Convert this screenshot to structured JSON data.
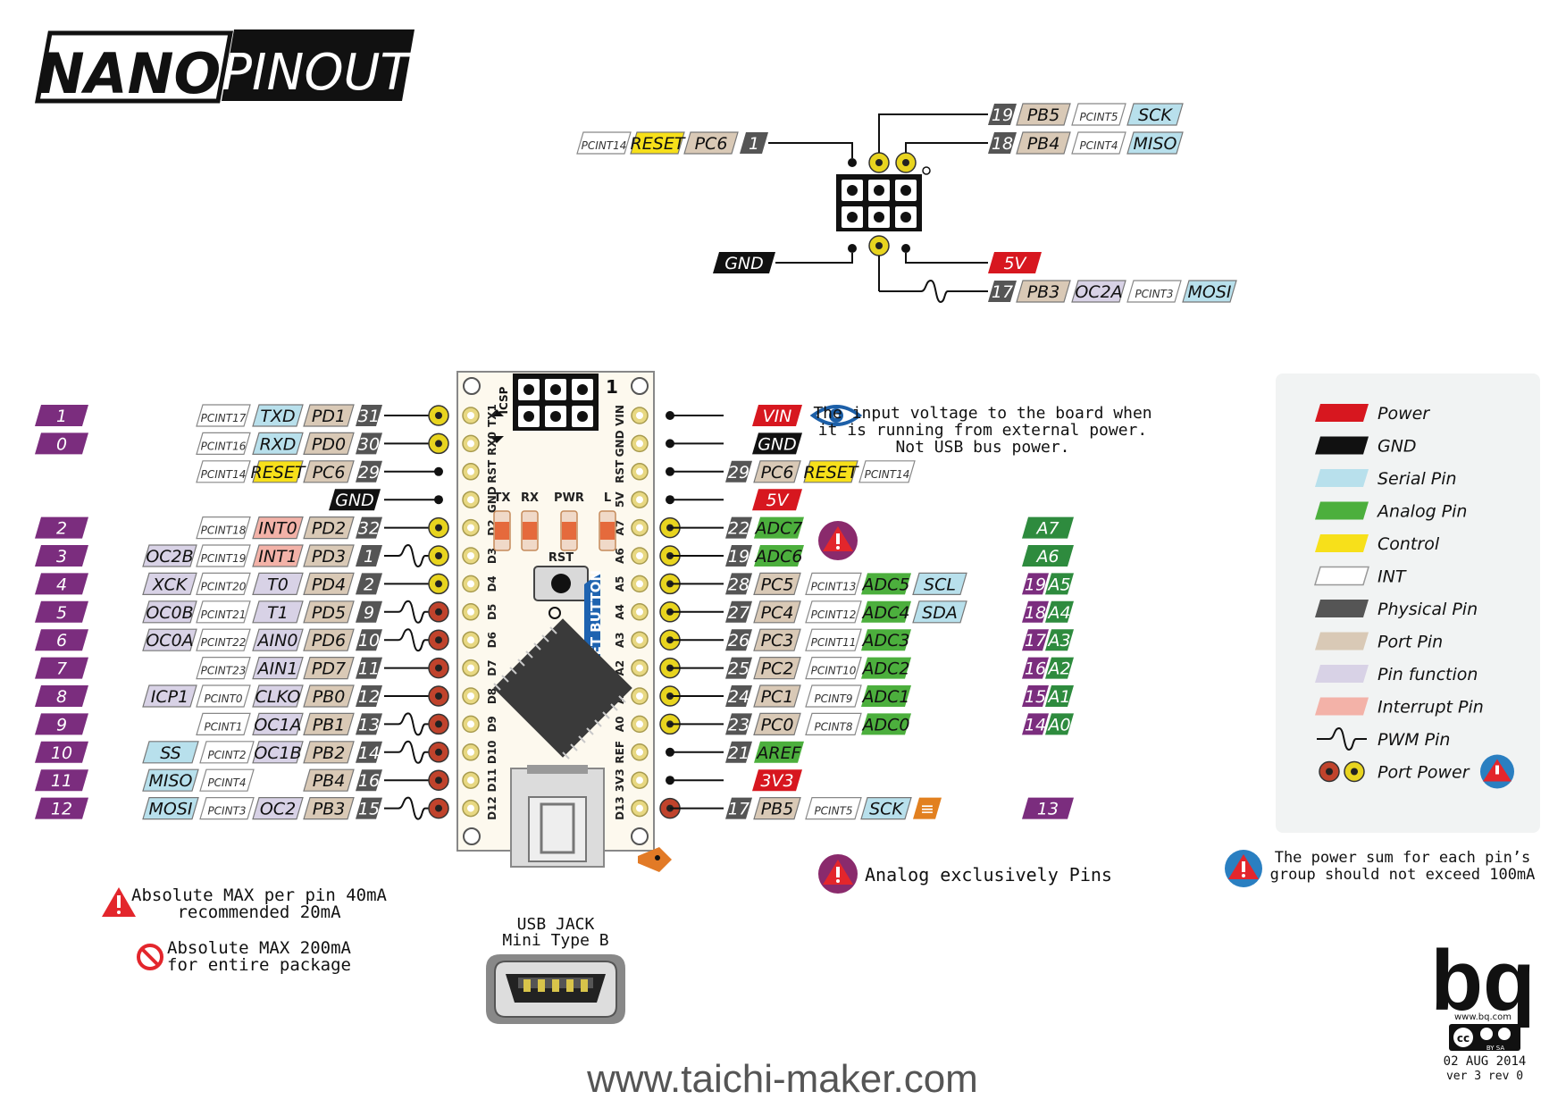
{
  "logo": {
    "left": "NANO",
    "right": "PINOUT"
  },
  "colors": {
    "power": "#d7171f",
    "gnd": "#111111",
    "serial": "#b8e0ec",
    "analog": "#4caf3d",
    "control": "#f7e01a",
    "int": "#ffffff",
    "physical": "#555555",
    "port": "#d9c9b6",
    "function": "#d8d2e6",
    "interrupt": "#f3b2a8",
    "arduino": "#7b2d7e"
  },
  "legend": {
    "power": "Power",
    "gnd": "GND",
    "serial": "Serial Pin",
    "analog": "Analog Pin",
    "control": "Control",
    "int": "INT",
    "physical": "Physical Pin",
    "port": "Port Pin",
    "function": "Pin function",
    "interrupt": "Interrupt Pin",
    "pwm": "PWM Pin",
    "port_power": "Port Power"
  },
  "icsp": {
    "label": "ICSP",
    "pin_one": "1",
    "pins": [
      {
        "phys": "19",
        "port": "PB5",
        "int": "PCINT5",
        "fn": "SCK"
      },
      {
        "phys": "18",
        "port": "PB4",
        "int": "PCINT4",
        "fn": "MISO"
      },
      {
        "phys": "1",
        "port": "PC6",
        "ctrl": "RESET",
        "int": "PCINT14"
      },
      {
        "gnd": "GND"
      },
      {
        "power": "5V"
      },
      {
        "phys": "17",
        "port": "PB3",
        "func": "OC2A",
        "int": "PCINT3",
        "fn": "MOSI"
      }
    ]
  },
  "left_pins": [
    {
      "ard": "1",
      "int": "PCINT17",
      "serial": "TXD",
      "port": "PD1",
      "phys": "31",
      "dot": "y"
    },
    {
      "ard": "0",
      "int": "PCINT16",
      "serial": "RXD",
      "port": "PD0",
      "phys": "30",
      "dot": "y"
    },
    {
      "int": "PCINT14",
      "ctrl": "RESET",
      "port": "PC6",
      "phys": "29",
      "dot": "b"
    },
    {
      "gnd": "GND",
      "dot": "b"
    },
    {
      "ard": "2",
      "int": "PCINT18",
      "intp": "INT0",
      "port": "PD2",
      "phys": "32",
      "dot": "y"
    },
    {
      "ard": "3",
      "func": "OC2B",
      "int": "PCINT19",
      "intp": "INT1",
      "port": "PD3",
      "phys": "1",
      "dot": "y",
      "pwm": true
    },
    {
      "ard": "4",
      "func": "XCK",
      "int": "PCINT20",
      "func2": "T0",
      "port": "PD4",
      "phys": "2",
      "dot": "y"
    },
    {
      "ard": "5",
      "func": "OC0B",
      "int": "PCINT21",
      "func2": "T1",
      "port": "PD5",
      "phys": "9",
      "dot": "r",
      "pwm": true
    },
    {
      "ard": "6",
      "func": "OC0A",
      "int": "PCINT22",
      "func2": "AIN0",
      "port": "PD6",
      "phys": "10",
      "dot": "r",
      "pwm": true
    },
    {
      "ard": "7",
      "int": "PCINT23",
      "func2": "AIN1",
      "port": "PD7",
      "phys": "11",
      "dot": "r"
    },
    {
      "ard": "8",
      "func": "ICP1",
      "int": "PCINT0",
      "func2": "CLKO",
      "port": "PB0",
      "phys": "12",
      "dot": "r"
    },
    {
      "ard": "9",
      "int": "PCINT1",
      "func2": "OC1A",
      "port": "PB1",
      "phys": "13",
      "dot": "r",
      "pwm": true
    },
    {
      "ard": "10",
      "serial": "SS",
      "int": "PCINT2",
      "func2": "OC1B",
      "port": "PB2",
      "phys": "14",
      "dot": "r",
      "pwm": true
    },
    {
      "ard": "11",
      "serial": "MISO",
      "int": "PCINT4",
      "port": "PB4",
      "phys": "16",
      "dot": "r"
    },
    {
      "ard": "12",
      "serial": "MOSI",
      "int": "PCINT3",
      "func2": "OC2",
      "port": "PB3",
      "phys": "15",
      "dot": "r",
      "pwm": true
    }
  ],
  "right_pins": [
    {
      "power": "VIN",
      "dot": "b"
    },
    {
      "gnd": "GND",
      "dot": "b"
    },
    {
      "phys": "29",
      "port": "PC6",
      "ctrl": "RESET",
      "int": "PCINT14",
      "dot": "b"
    },
    {
      "power": "5V",
      "dot": "b"
    },
    {
      "phys": "22",
      "analog": "ADC7",
      "dot": "y",
      "ard": "A7",
      "ard_green": true
    },
    {
      "phys": "19",
      "analog": "ADC6",
      "dot": "y",
      "ard": "A6",
      "ard_green": true
    },
    {
      "phys": "28",
      "port": "PC5",
      "int": "PCINT13",
      "analog2": "ADC5",
      "serial": "SCL",
      "dot": "y",
      "num": "19",
      "ard": "A5"
    },
    {
      "phys": "27",
      "port": "PC4",
      "int": "PCINT12",
      "analog2": "ADC4",
      "serial": "SDA",
      "dot": "y",
      "num": "18",
      "ard": "A4"
    },
    {
      "phys": "26",
      "port": "PC3",
      "int": "PCINT11",
      "analog2": "ADC3",
      "dot": "y",
      "num": "17",
      "ard": "A3"
    },
    {
      "phys": "25",
      "port": "PC2",
      "int": "PCINT10",
      "analog2": "ADC2",
      "dot": "y",
      "num": "16",
      "ard": "A2"
    },
    {
      "phys": "24",
      "port": "PC1",
      "int": "PCINT9",
      "analog2": "ADC1",
      "dot": "y",
      "num": "15",
      "ard": "A1"
    },
    {
      "phys": "23",
      "port": "PC0",
      "int": "PCINT8",
      "analog2": "ADC0",
      "dot": "y",
      "num": "14",
      "ard": "A0"
    },
    {
      "phys": "21",
      "analog": "AREF",
      "dot": "b"
    },
    {
      "power": "3V3",
      "dot": "b"
    },
    {
      "phys": "17",
      "port": "PB5",
      "int": "PCINT5",
      "serial": "SCK",
      "dot": "r",
      "ard": "13",
      "led": true
    }
  ],
  "board": {
    "left_silk": [
      "TX1",
      "RX0",
      "RST",
      "GND",
      "D2",
      "D3",
      "D4",
      "D5",
      "D6",
      "D7",
      "D8",
      "D9",
      "D10",
      "D11",
      "D12"
    ],
    "right_silk": [
      "VIN",
      "GND",
      "RST",
      "5V",
      "A7",
      "A6",
      "A5",
      "A4",
      "A3",
      "A2",
      "A1",
      "A0",
      "REF",
      "3V3",
      "D13"
    ],
    "leds": [
      "TX",
      "RX",
      "PWR",
      "L"
    ],
    "rst": "RST",
    "reset_button": "RESET BUTTON"
  },
  "notes": {
    "vin": [
      "The input voltage to the board when",
      "it is running from external power.",
      "Not USB bus power."
    ],
    "analog_only": "Analog exclusively Pins",
    "power_sum": [
      "The power sum for each pin’s",
      "group should not exceed 100mA"
    ],
    "abs_pin": [
      "Absolute MAX per pin 40mA",
      "recommended 20mA"
    ],
    "abs_pkg": [
      "Absolute MAX 200mA",
      "for entire package"
    ]
  },
  "usb": [
    "USB JACK",
    "Mini Type B"
  ],
  "bq": {
    "brand": "bq",
    "site": "www.bq.com",
    "cc": "BY  SA",
    "date": "02 AUG 2014",
    "ver": "ver 3 rev 0"
  },
  "footer_url": "www.taichi-maker.com"
}
